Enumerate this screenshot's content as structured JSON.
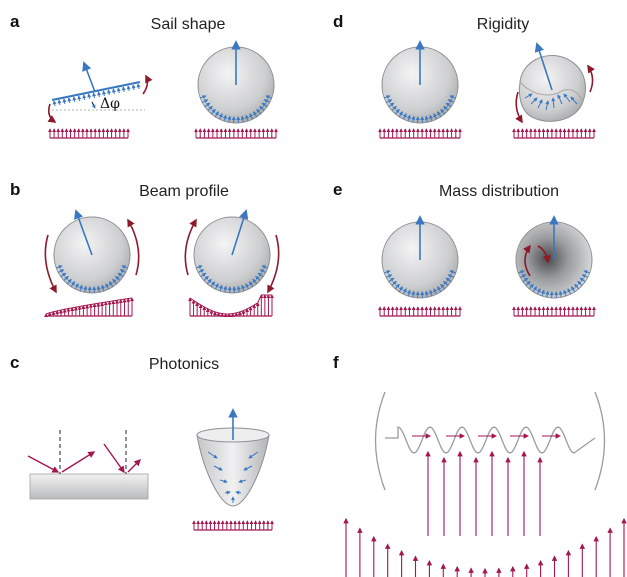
{
  "panels": {
    "a": {
      "letter": "a",
      "title": "Sail shape",
      "angle_label": "Δφ"
    },
    "b": {
      "letter": "b",
      "title": "Beam profile"
    },
    "c": {
      "letter": "c",
      "title": "Photonics"
    },
    "d": {
      "letter": "d",
      "title": "Rigidity"
    },
    "e": {
      "letter": "e",
      "title": "Mass distribution"
    },
    "f": {
      "letter": "f"
    }
  },
  "colors": {
    "beam": "#a3174f",
    "force": "#3a78c2",
    "torque": "#8c1a2b",
    "sail_fill": "#cfd0d2",
    "sail_edge": "#8f9093",
    "text": "#111111"
  }
}
